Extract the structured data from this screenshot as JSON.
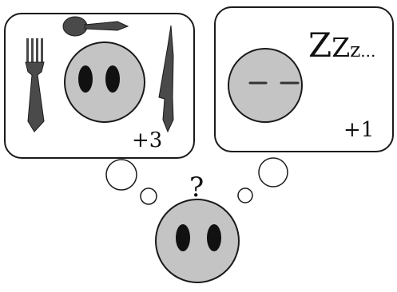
{
  "scenes": {
    "eat": {
      "reward": "+3",
      "icons": [
        "fork-icon",
        "spoon-icon",
        "knife-icon"
      ]
    },
    "sleep": {
      "reward": "+1",
      "zzz": {
        "z1": "Z",
        "z2": "Z",
        "z3": "z",
        "dots": "..."
      }
    }
  },
  "question": {
    "mark": "?"
  },
  "colors": {
    "face": "#c4c4c4",
    "outline": "#1a1a1a",
    "utensil": "#4a4a4a",
    "eye": "#111111"
  }
}
